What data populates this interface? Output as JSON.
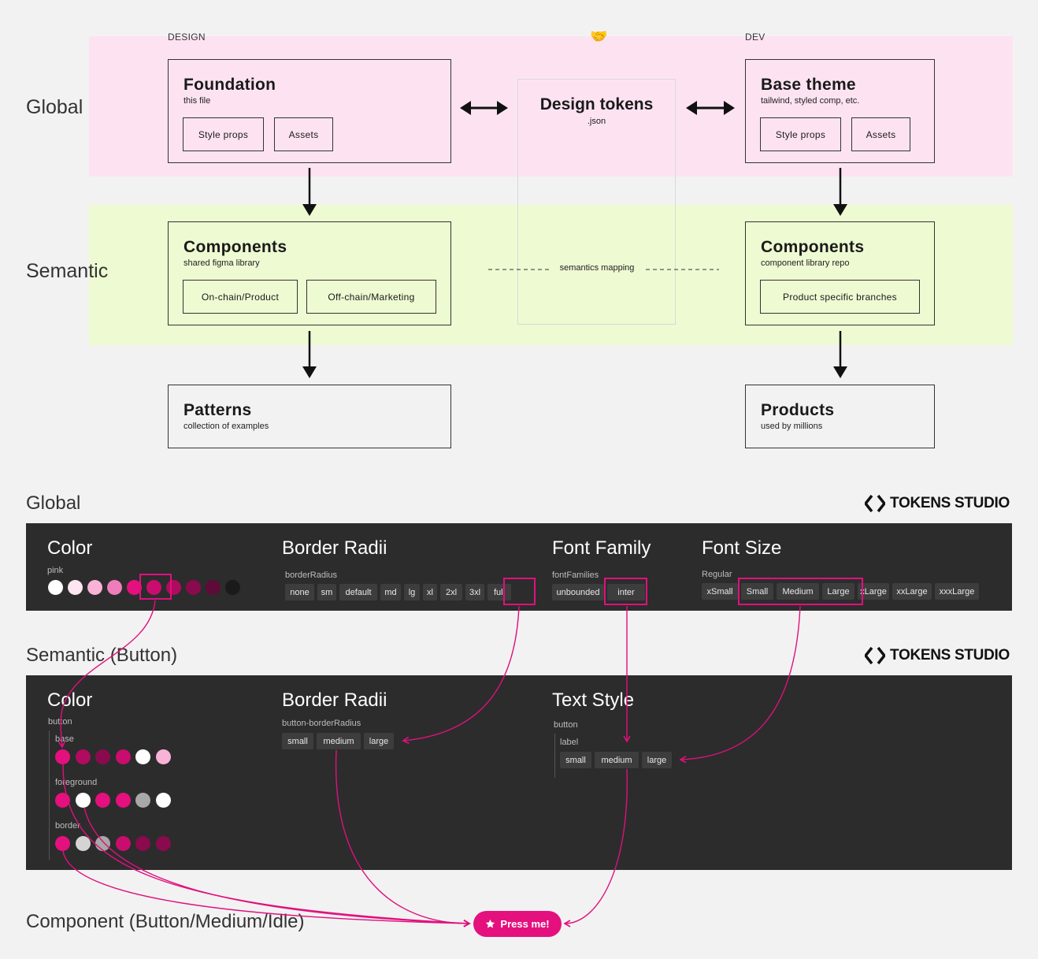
{
  "diagram": {
    "rows": {
      "global": "Global",
      "semantic": "Semantic"
    },
    "columns": {
      "design": "DESIGN",
      "dev": "DEV",
      "handshake": "🤝"
    },
    "foundation": {
      "title": "Foundation",
      "subtitle": "this file",
      "chips": [
        "Style props",
        "Assets"
      ]
    },
    "design_tokens": {
      "title": "Design tokens",
      "subtitle": ".json",
      "mapping_label": "semantics mapping"
    },
    "base_theme": {
      "title": "Base theme",
      "subtitle": "tailwind, styled comp, etc.",
      "chips": [
        "Style props",
        "Assets"
      ]
    },
    "components_design": {
      "title": "Components",
      "subtitle": "shared figma library",
      "chips": [
        "On-chain/Product",
        "Off-chain/Marketing"
      ]
    },
    "components_dev": {
      "title": "Components",
      "subtitle": "component library repo",
      "chips": [
        "Product specific branches"
      ]
    },
    "patterns": {
      "title": "Patterns",
      "subtitle": "collection of examples"
    },
    "products": {
      "title": "Products",
      "subtitle": "used by millions"
    }
  },
  "global_section": {
    "label": "Global",
    "brand": "TOKENS STUDIO",
    "color": {
      "title": "Color",
      "group": "pink",
      "swatches": [
        "#ffffff",
        "#fde6f2",
        "#f8b3d7",
        "#f07dbb",
        "#e4107e",
        "#c80d6e",
        "#b00a61",
        "#8a0a4e",
        "#5e0b38",
        "#1a1a1a"
      ]
    },
    "border_radii": {
      "title": "Border Radii",
      "group": "borderRadius",
      "tokens": [
        "none",
        "sm",
        "default",
        "md",
        "lg",
        "xl",
        "2xl",
        "3xl",
        "full"
      ]
    },
    "font_family": {
      "title": "Font Family",
      "group": "fontFamilies",
      "tokens": [
        "unbounded",
        "inter"
      ]
    },
    "font_size": {
      "title": "Font Size",
      "group": "Regular",
      "tokens": [
        "xSmall",
        "Small",
        "Medium",
        "Large",
        "xLarge",
        "xxLarge",
        "xxxLarge"
      ]
    }
  },
  "semantic_section": {
    "label": "Semantic (Button)",
    "brand": "TOKENS STUDIO",
    "color": {
      "title": "Color",
      "group": "button",
      "base": {
        "label": "base",
        "swatches": [
          "#e4107e",
          "#b00a61",
          "#8a0a4e",
          "#c80d6e",
          "#ffffff",
          "#f8b3d7"
        ]
      },
      "foreground": {
        "label": "foreground",
        "swatches": [
          "#e4107e",
          "#ffffff",
          "#e4107e",
          "#e4107e",
          "#a8a8a8",
          "#ffffff"
        ]
      },
      "border": {
        "label": "border",
        "swatches": [
          "#e4107e",
          "#d4d4d4",
          "#a8a8a8",
          "#c80d6e",
          "#8a0a4e",
          "#8a0a4e"
        ]
      }
    },
    "border_radii": {
      "title": "Border Radii",
      "group": "button-borderRadius",
      "tokens": [
        "small",
        "medium",
        "large"
      ]
    },
    "text_style": {
      "title": "Text Style",
      "group": "button",
      "subgroup": "label",
      "tokens": [
        "small",
        "medium",
        "large"
      ]
    }
  },
  "component_section": {
    "label": "Component (Button/Medium/Idle)",
    "button_label": "Press me!",
    "button_icon": "star-icon"
  },
  "colors": {
    "accent": "#e4107e",
    "pink_band": "#fde3f1",
    "green_band": "#eefad2",
    "panel": "#2c2c2c"
  }
}
